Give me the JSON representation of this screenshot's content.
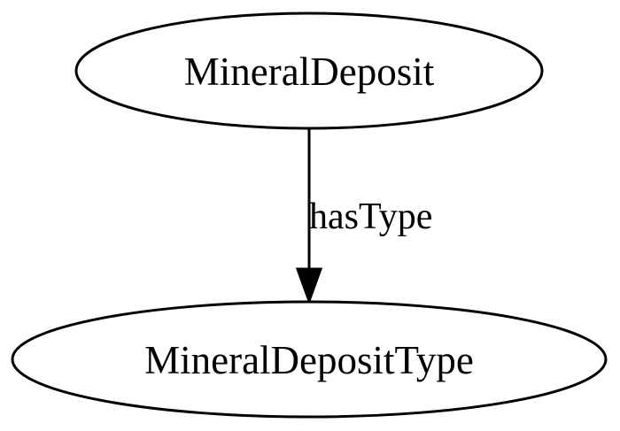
{
  "diagram": {
    "nodes": [
      {
        "id": "mineral-deposit",
        "label": "MineralDeposit"
      },
      {
        "id": "mineral-deposit-type",
        "label": "MineralDepositType"
      }
    ],
    "edges": [
      {
        "from": "mineral-deposit",
        "to": "mineral-deposit-type",
        "label": "hasType"
      }
    ],
    "colors": {
      "stroke": "#000000",
      "fill": "#ffffff",
      "text": "#000000"
    }
  }
}
